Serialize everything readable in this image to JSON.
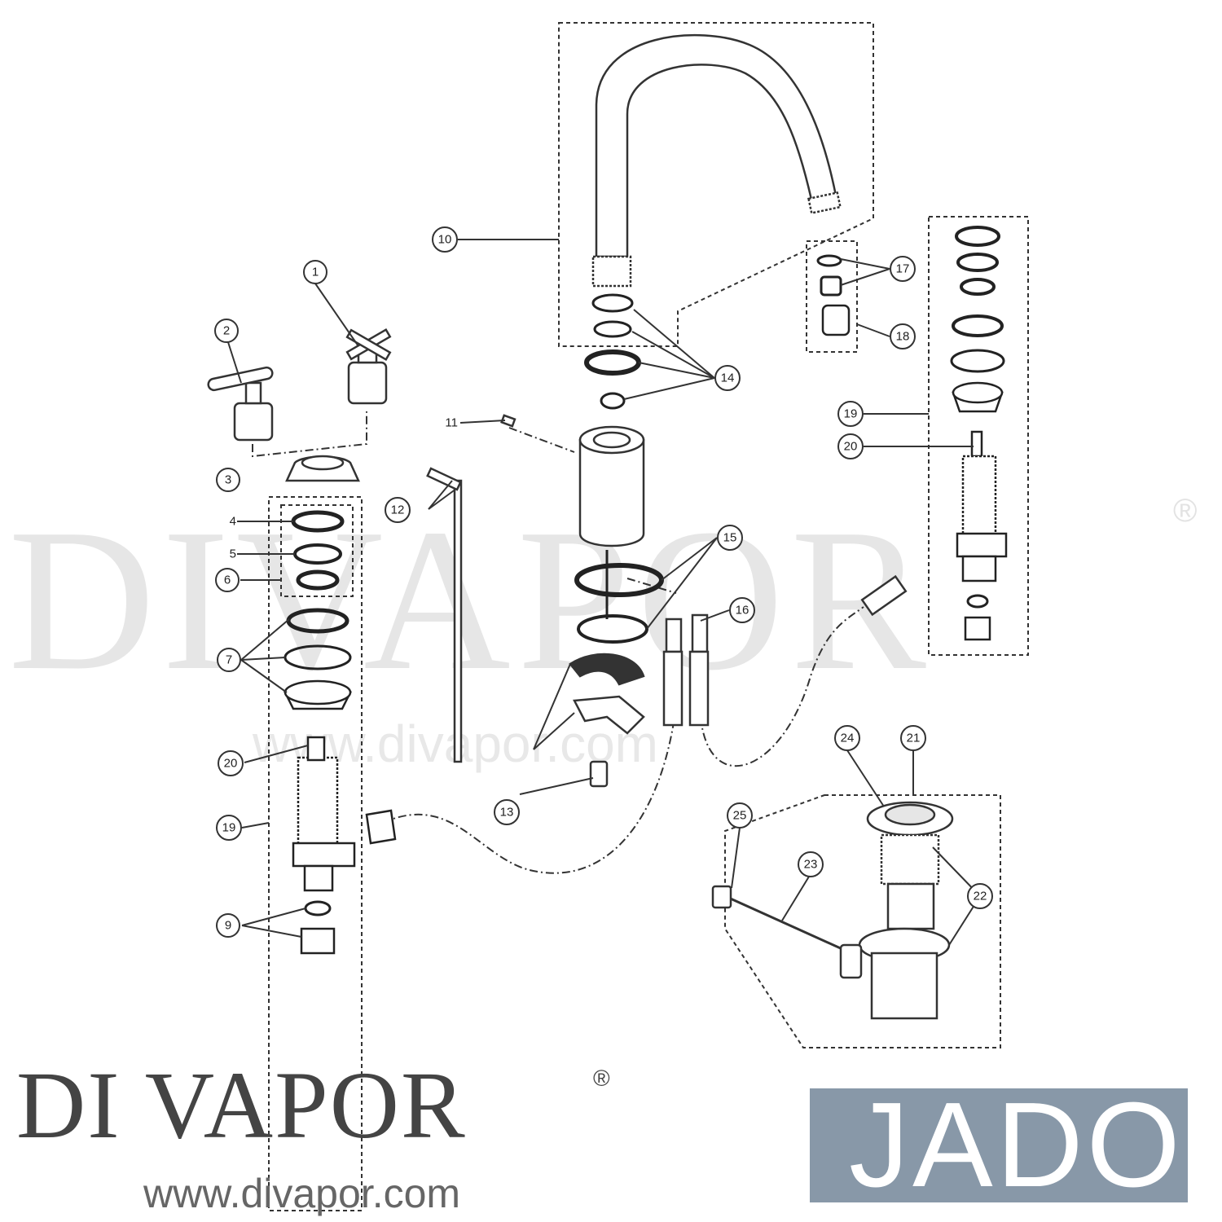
{
  "watermark": {
    "brand": "DIVAPOR",
    "registered": "®",
    "url": "www.divapor.com"
  },
  "callouts": [
    "1",
    "2",
    "3",
    "4",
    "5",
    "6",
    "7",
    "9",
    "10",
    "11",
    "12",
    "13",
    "14",
    "15",
    "16",
    "17",
    "18",
    "19",
    "20",
    "19",
    "20",
    "21",
    "22",
    "23",
    "24",
    "25"
  ],
  "footer": {
    "brand": "DI VAPOR",
    "registered": "®",
    "url": "www.divapor.com",
    "manufacturer": "JADO"
  }
}
